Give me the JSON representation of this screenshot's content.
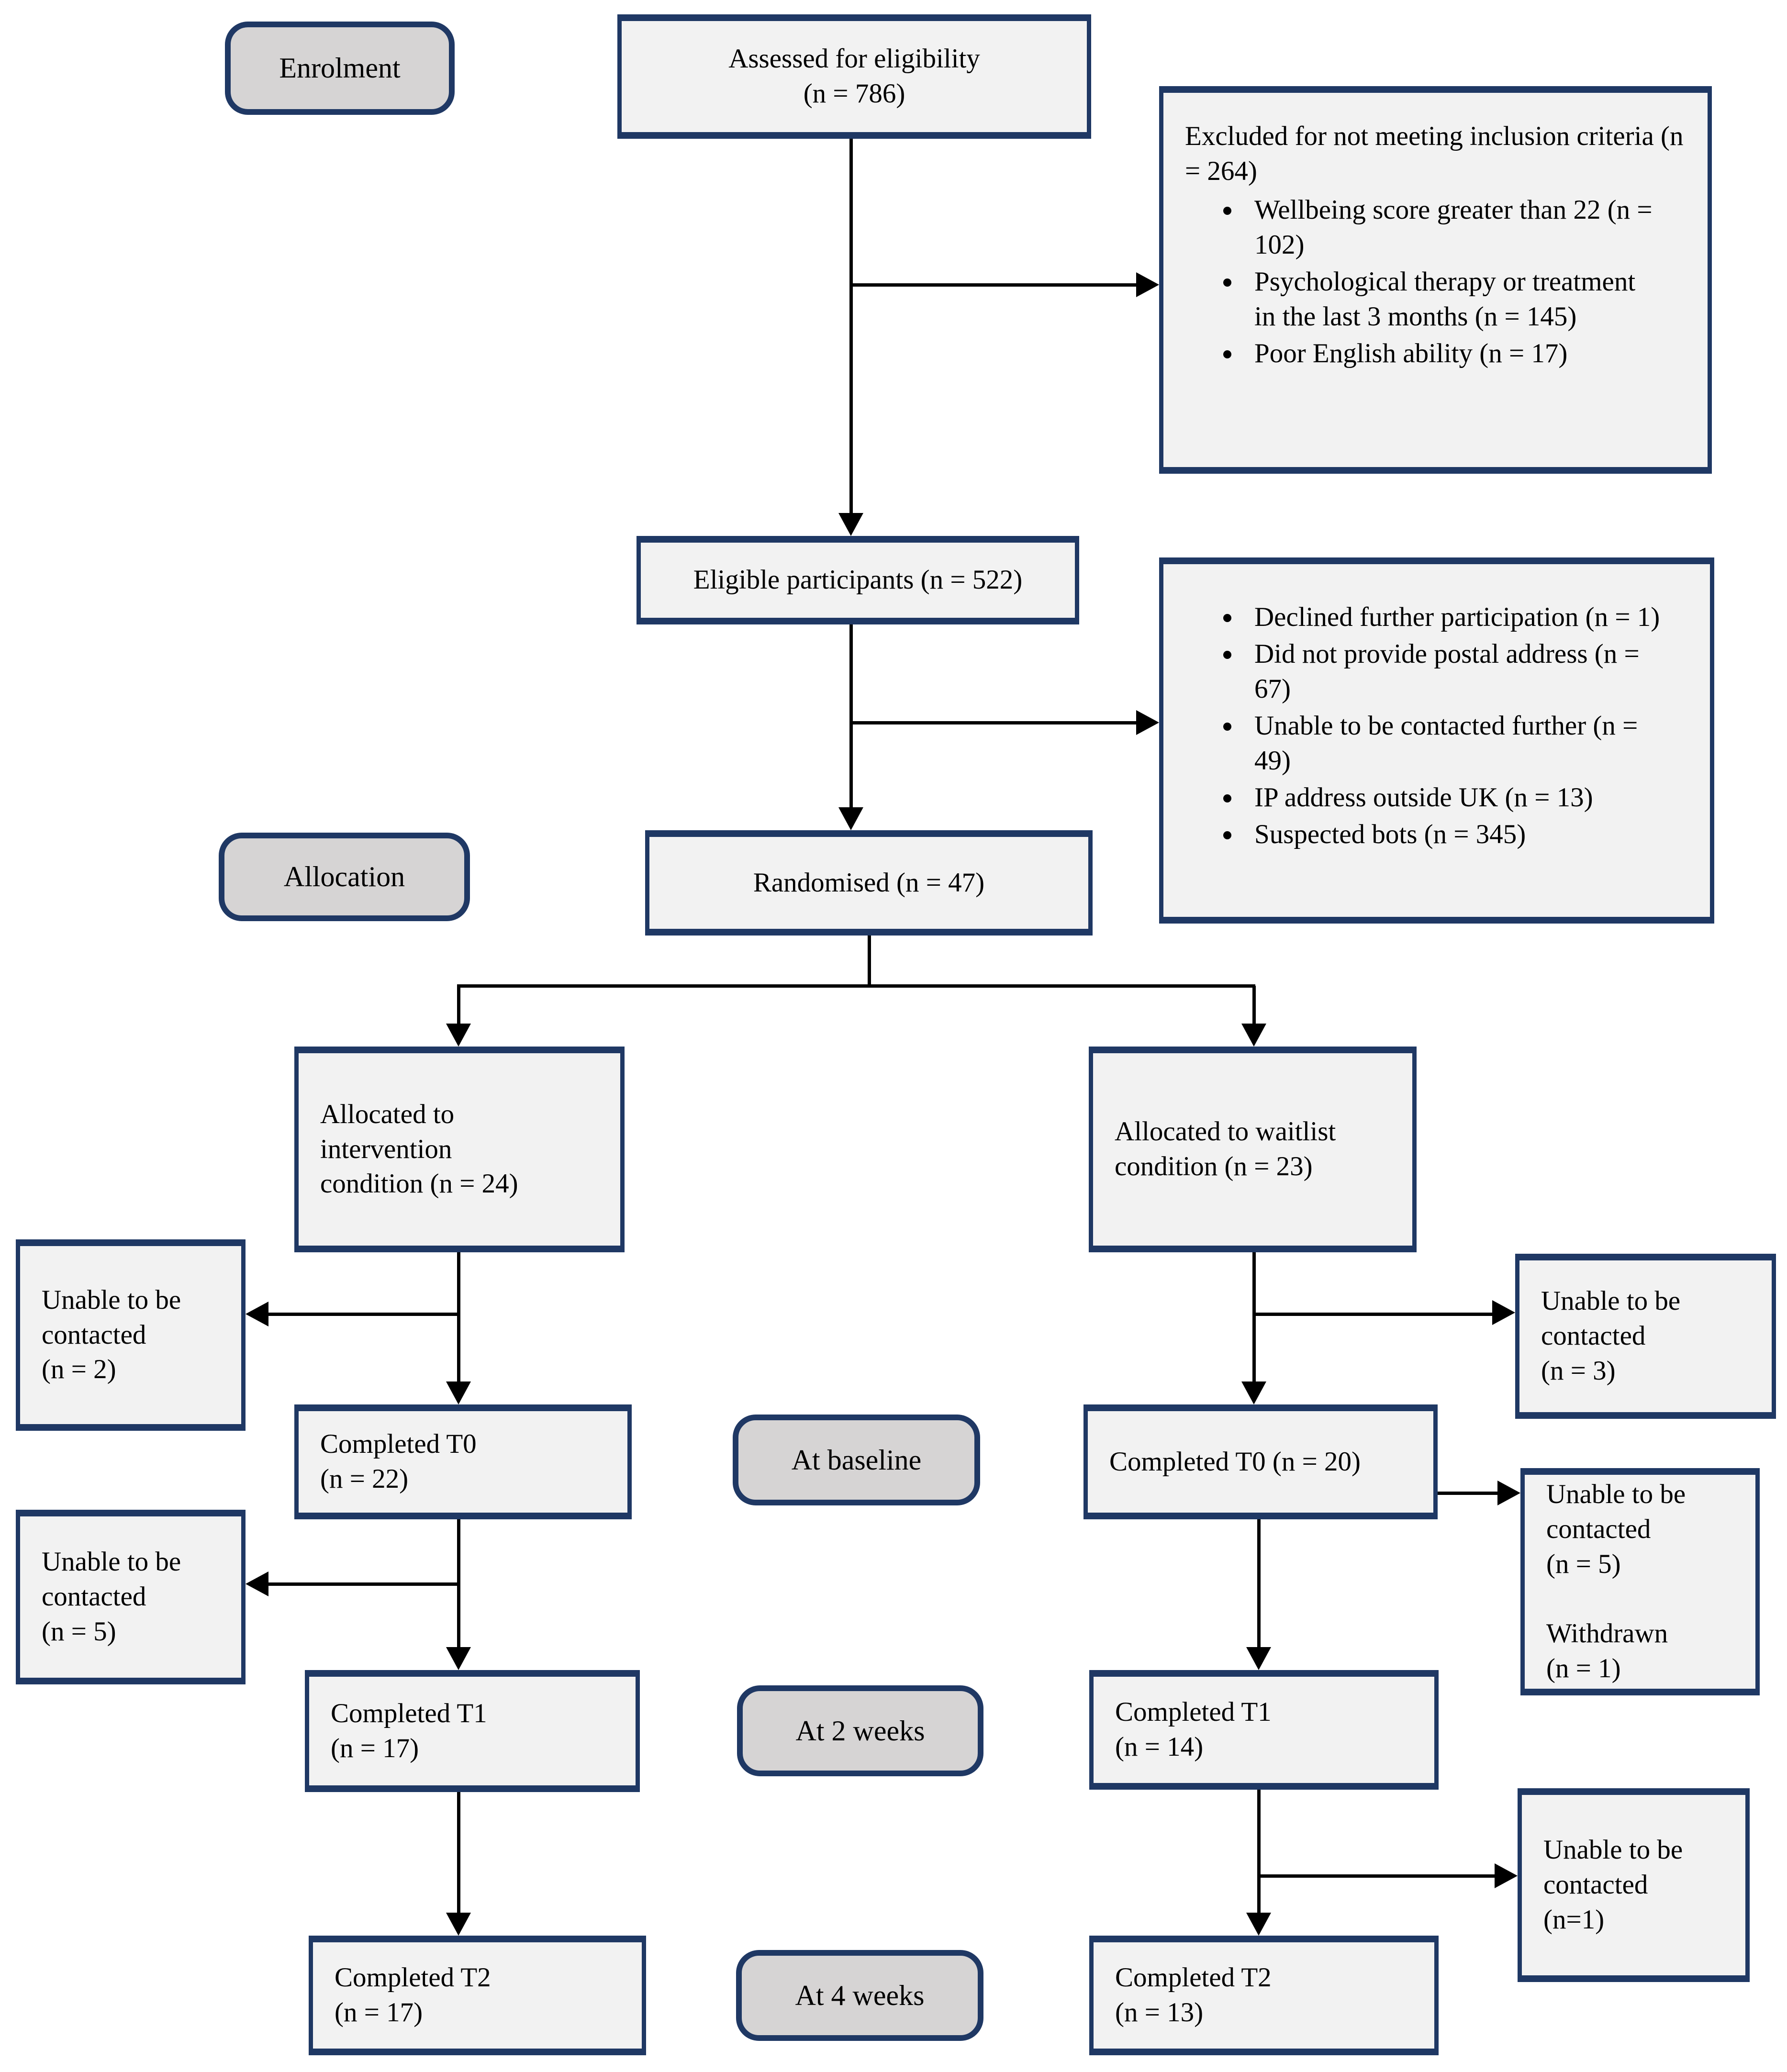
{
  "diagram": {
    "stage_labels": {
      "enrolment": "Enrolment",
      "allocation": "Allocation",
      "baseline": "At baseline",
      "week2": "At 2 weeks",
      "week4": "At 4 weeks"
    },
    "nodes": {
      "assessed": "Assessed for eligibility\n(n = 786)",
      "eligible": "Eligible participants (n = 522)",
      "randomised": "Randomised (n = 47)",
      "alloc_intervention": "Allocated to\nintervention\ncondition (n = 24)",
      "alloc_waitlist": "Allocated to waitlist\ncondition (n = 23)",
      "t0_left": "Completed T0\n(n = 22)",
      "t0_right": "Completed T0 (n = 20)",
      "t1_left": "Completed T1\n(n = 17)",
      "t1_right": "Completed T1\n(n = 14)",
      "t2_left": "Completed T2\n(n = 17)",
      "t2_right": "Completed T2\n(n = 13)"
    },
    "side_notes": {
      "unable_n2": "Unable to be\ncontacted\n(n = 2)",
      "unable_n3": "Unable to be\ncontacted\n(n = 3)",
      "unable_n5_left": "Unable to be\ncontacted\n(n = 5)",
      "unable_n5_withdrawn": "Unable to be\ncontacted\n(n = 5)\n\nWithdrawn\n(n = 1)",
      "unable_n1": "Unable to be\ncontacted\n(n=1)"
    },
    "excluded_box_1": {
      "intro": "Excluded for not meeting inclusion criteria (n = 264)",
      "items": [
        "Wellbeing score greater than 22 (n = 102)",
        "Psychological therapy or treatment in the last 3 months (n = 145)",
        "Poor English ability (n = 17)"
      ]
    },
    "excluded_box_2": {
      "items": [
        "Declined further participation (n = 1)",
        "Did not provide postal address (n = 67)",
        "Unable to be contacted further (n = 49)",
        "IP address outside UK (n = 13)",
        "Suspected bots (n = 345)"
      ]
    },
    "colors": {
      "box_border": "#1f3864",
      "box_fill": "#f2f2f2",
      "label_fill": "#d6d4d4",
      "line": "#000000"
    }
  }
}
